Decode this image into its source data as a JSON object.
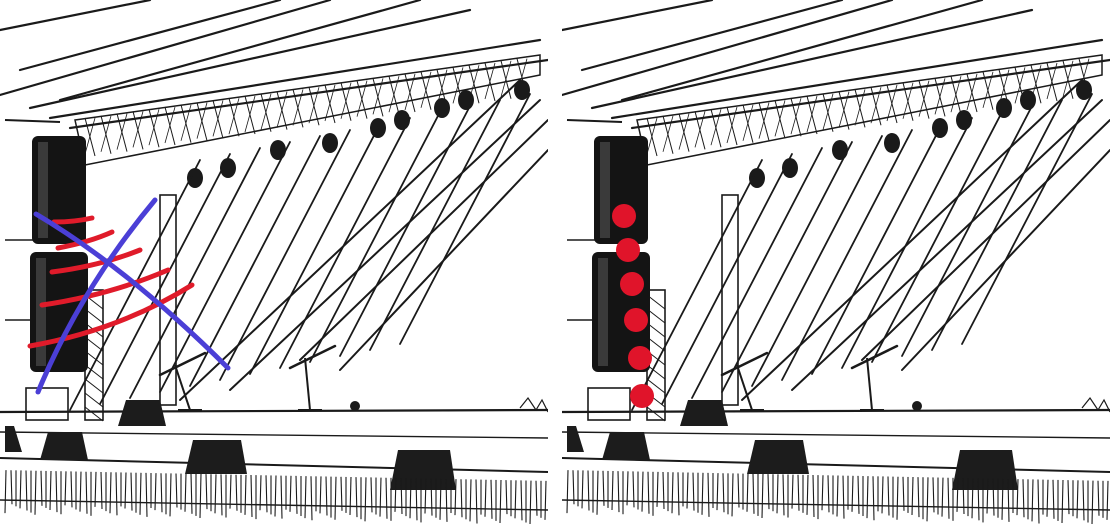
{
  "panels": [
    {
      "id": "left",
      "scene": "stage-sketch",
      "overlay": {
        "type": "crossed-out-sound-waves",
        "wave_color": "#e01b2a",
        "cross_color": "#4b3fd6",
        "wave_count": 5
      }
    },
    {
      "id": "right",
      "scene": "stage-sketch",
      "overlay": {
        "type": "dot-column",
        "dot_color": "#e0142a",
        "dot_count": 6
      }
    }
  ]
}
